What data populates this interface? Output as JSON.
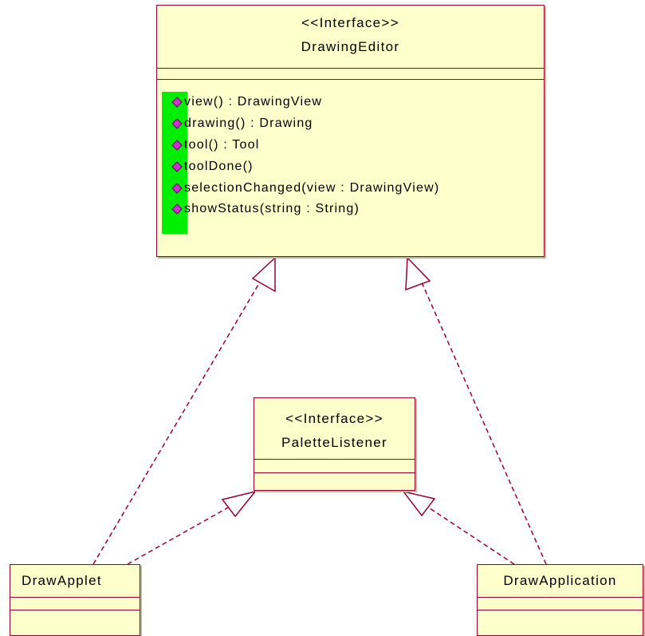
{
  "colors": {
    "class_fill": "#ffffcc",
    "class_border": "#990033",
    "operation_marker": "#00ee00",
    "operation_icon": "#cc33cc",
    "link": "#990033"
  },
  "drawing_editor": {
    "stereotype": "<<Interface>>",
    "name": "DrawingEditor",
    "operations": [
      "view() : DrawingView",
      "drawing() : Drawing",
      "tool() : Tool",
      "toolDone()",
      "selectionChanged(view : DrawingView)",
      "showStatus(string : String)"
    ]
  },
  "palette_listener": {
    "stereotype": "<<Interface>>",
    "name": "PaletteListener"
  },
  "draw_applet": {
    "name": "DrawApplet"
  },
  "draw_application": {
    "name": "DrawApplication"
  }
}
